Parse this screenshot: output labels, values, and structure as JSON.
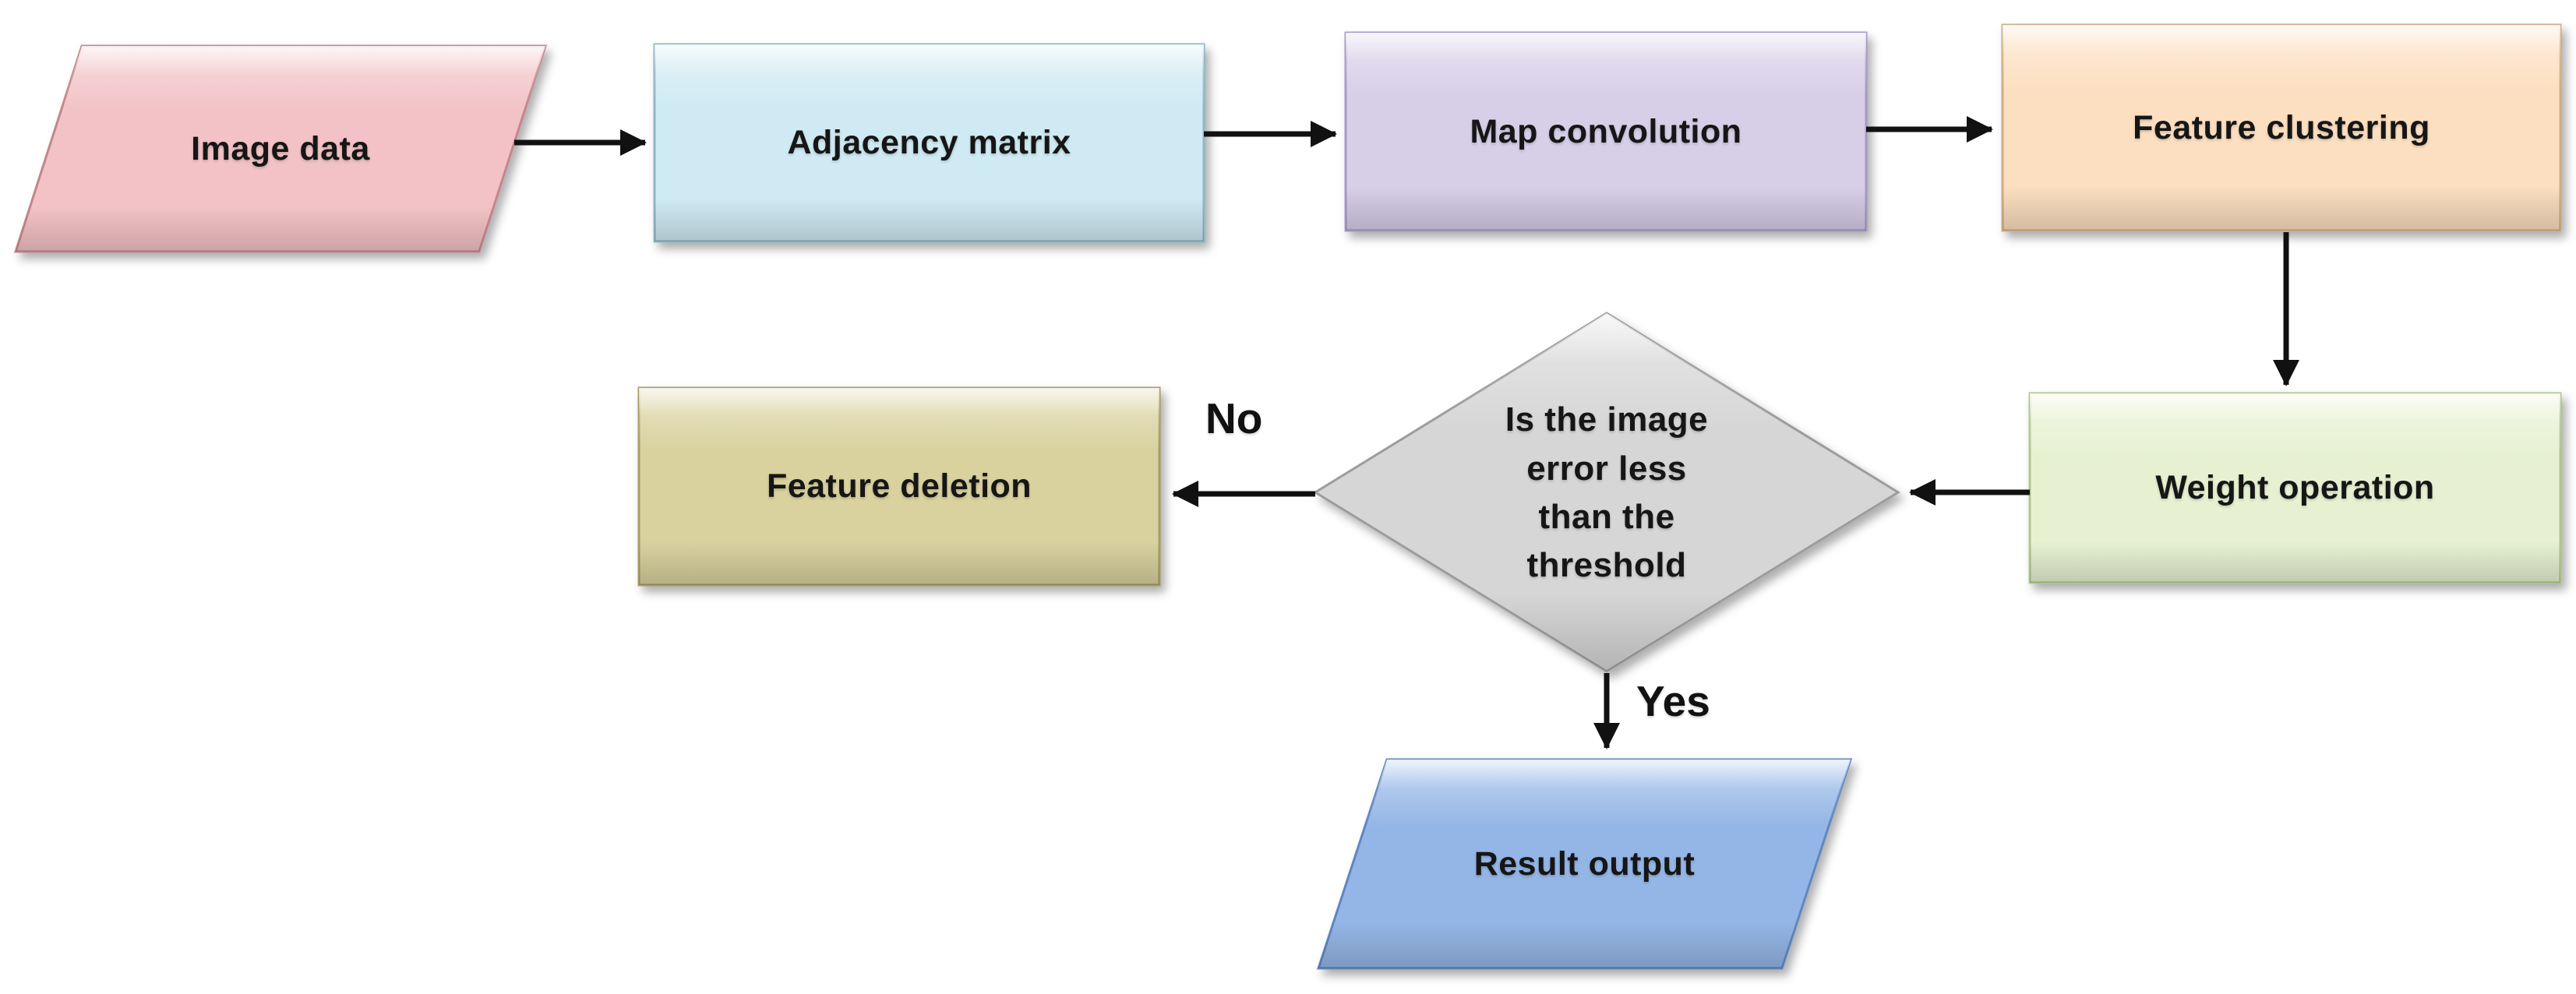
{
  "diagram": {
    "background": "#ffffff",
    "arrow_color": "#111111",
    "text_color": "#161616",
    "nodes": {
      "image_data": {
        "label": "Image data",
        "shape": "parallelogram",
        "fill": "#f2c2c6"
      },
      "adjacency_matrix": {
        "label": "Adjacency matrix",
        "shape": "process",
        "fill": "#cfeaf3"
      },
      "map_convolution": {
        "label": "Map convolution",
        "shape": "process",
        "fill": "#d7cee8"
      },
      "feature_clustering": {
        "label": "Feature clustering",
        "shape": "process",
        "fill": "#fcdfc0"
      },
      "weight_operation": {
        "label": "Weight operation",
        "shape": "process",
        "fill": "#e7f1d2"
      },
      "decision": {
        "label": "Is the image error less than the threshold",
        "lines": [
          "Is the image",
          "error less",
          "than the",
          "threshold"
        ],
        "shape": "decision",
        "fill": "#d6d6d6"
      },
      "feature_deletion": {
        "label": "Feature deletion",
        "shape": "process",
        "fill": "#d9d19e"
      },
      "result_output": {
        "label": "Result output",
        "shape": "parallelogram",
        "fill": "#94b6e6"
      }
    },
    "edge_labels": {
      "no": "No",
      "yes": "Yes"
    }
  }
}
